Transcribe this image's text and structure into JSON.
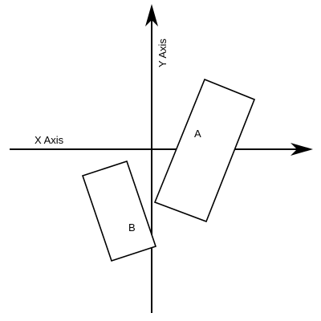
{
  "axes": {
    "x_label": "X Axis",
    "y_label": "Y Axis"
  },
  "shapes": {
    "a_label": "A",
    "b_label": "B"
  },
  "colors": {
    "stroke": "#000000",
    "background": "#ffffff"
  }
}
